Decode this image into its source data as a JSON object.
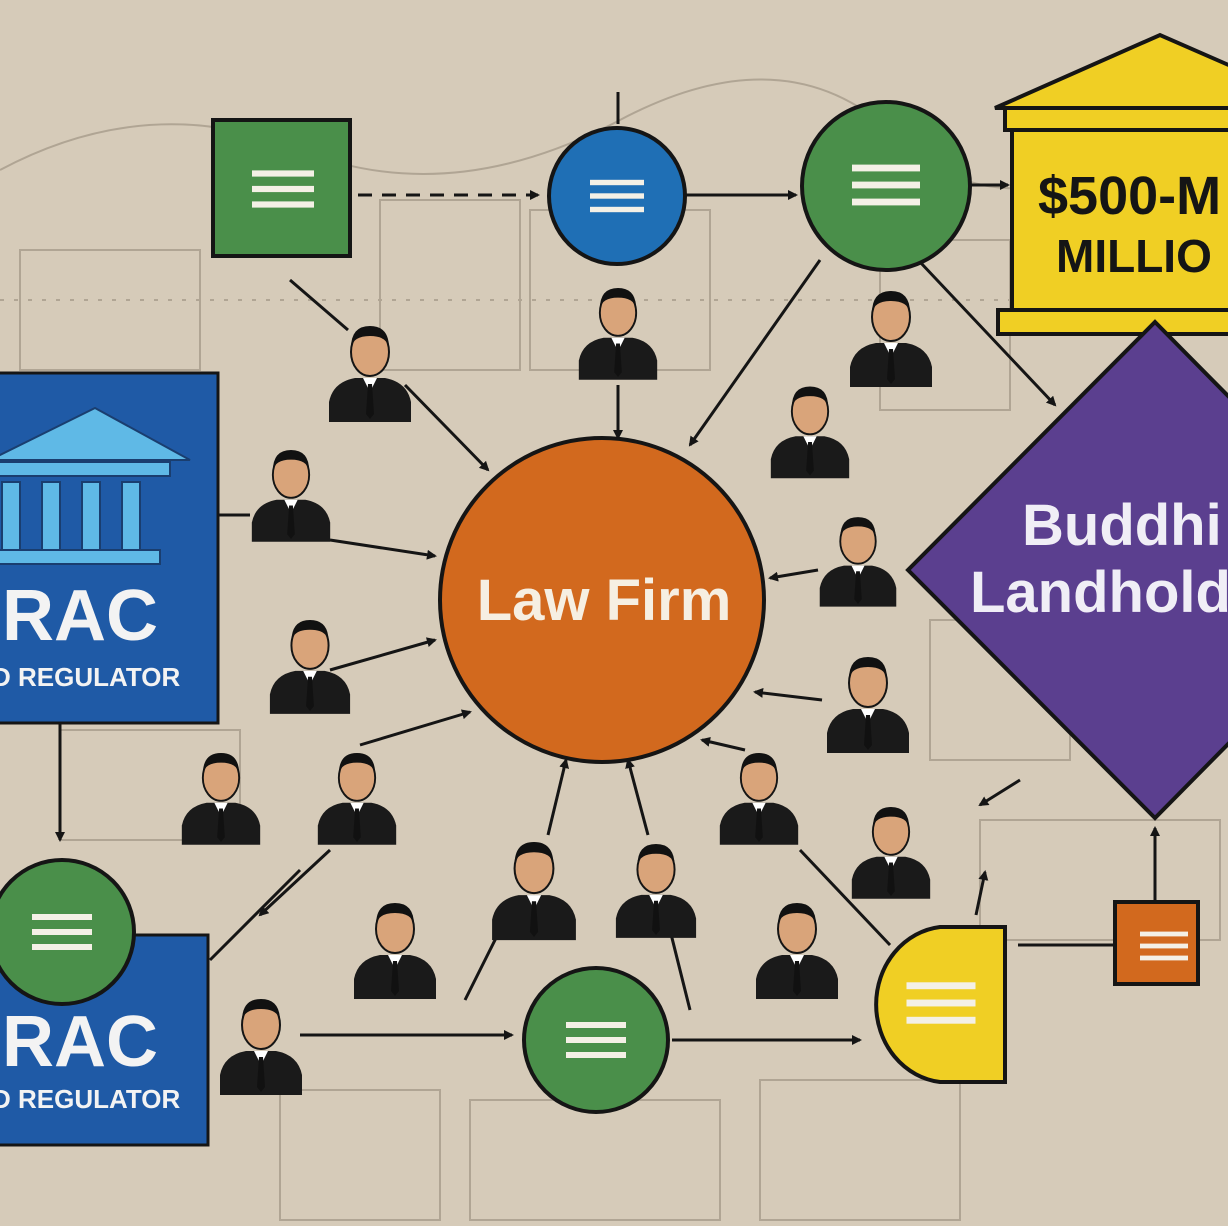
{
  "nodes": {
    "law_firm": {
      "label": "Law Firm"
    },
    "fund": {
      "line1": "$500-M",
      "line2": "MILLIO"
    },
    "landholder": {
      "line1": "Buddhi",
      "line2": "Landhold"
    },
    "regulator_top": {
      "title": "RAC",
      "subtitle": "D REGULATOR"
    },
    "regulator_bottom": {
      "title": "RAC",
      "subtitle": "D REGULATOR"
    }
  },
  "colors": {
    "background": "#d6cbb9",
    "law_firm": "#d2691e",
    "regulator": "#1f5aa6",
    "green": "#4a8f4a",
    "blue": "#1f6fb5",
    "yellow": "#f0cf24",
    "purple": "#5b3f8f",
    "orange_small": "#d2691e",
    "person_skin": "#d9a47a",
    "person_suit": "#1a1a1a",
    "outline": "#151515"
  },
  "icons": [
    "menu-icon",
    "bank-building-icon",
    "person-icon",
    "arrow-icon"
  ]
}
